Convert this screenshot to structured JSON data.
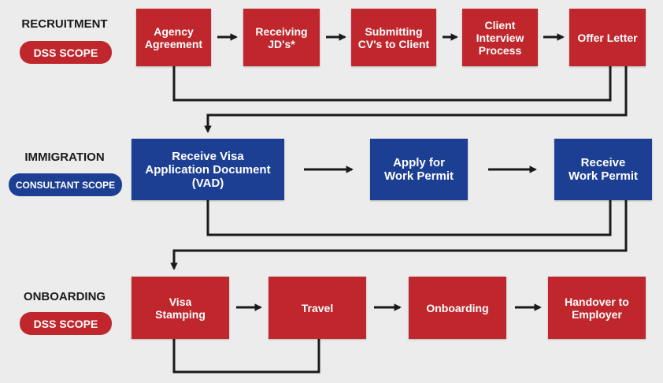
{
  "colors": {
    "recruitment": "#c0272d",
    "immigration": "#1c3f94",
    "line": "#1a1a1a",
    "background": "#ececec"
  },
  "sections": [
    {
      "title": "RECRUITMENT",
      "scope": "DSS SCOPE",
      "steps": [
        "Agency\nAgreement",
        "Receiving\nJD's*",
        "Submitting\nCV's to Client",
        "Client\nInterview\nProcess",
        "Offer Letter"
      ]
    },
    {
      "title": "IMMIGRATION",
      "scope": "CONSULTANT SCOPE",
      "steps": [
        "Receive Visa\nApplication Document\n(VAD)",
        "Apply for\nWork Permit",
        "Receive\nWork Permit"
      ]
    },
    {
      "title": "ONBOARDING",
      "scope": "DSS SCOPE",
      "steps": [
        "Visa\nStamping",
        "Travel",
        "Onboarding",
        "Handover to\nEmployer"
      ]
    }
  ]
}
